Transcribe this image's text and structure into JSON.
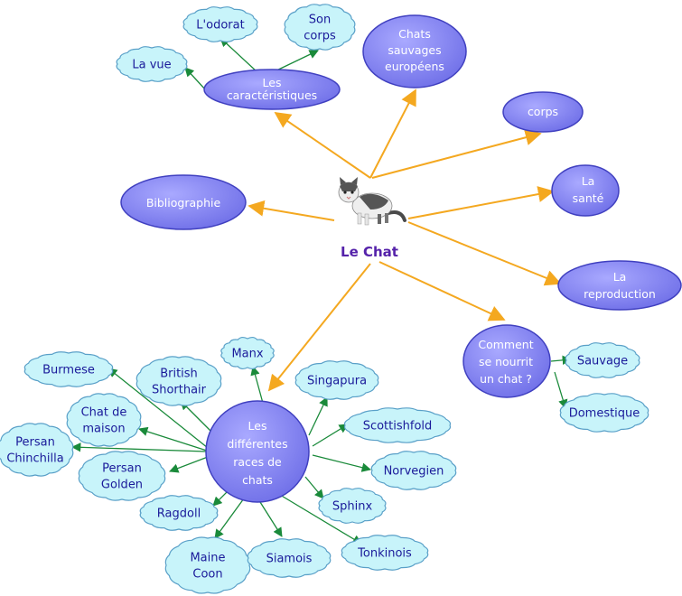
{
  "center": {
    "label": "Le Chat"
  },
  "nodes": {
    "caracteristiques": [
      "Les",
      "caractéristiques"
    ],
    "chats_sauvages": [
      "Chats",
      "sauvages",
      "européens"
    ],
    "corps": [
      "corps"
    ],
    "sante": [
      "La",
      "santé"
    ],
    "reproduction": [
      "La",
      "reproduction"
    ],
    "bibliographie": [
      "Bibliographie"
    ],
    "nourrit": [
      "Comment",
      "se nourrit",
      "un chat ?"
    ],
    "races": [
      "Les",
      "différentes",
      "races de",
      "chats"
    ]
  },
  "clouds": {
    "odorat": [
      "L'odorat"
    ],
    "son_corps": [
      "Son",
      "corps"
    ],
    "la_vue": [
      "La vue"
    ],
    "sauvage": [
      "Sauvage"
    ],
    "domestique": [
      "Domestique"
    ],
    "burmese": [
      "Burmese"
    ],
    "british": [
      "British",
      "Shorthair"
    ],
    "manx": [
      "Manx"
    ],
    "singapura": [
      "Singapura"
    ],
    "chat_maison": [
      "Chat de",
      "maison"
    ],
    "scottishfold": [
      "Scottishfold"
    ],
    "persan_chin": [
      "Persan",
      "Chinchilla"
    ],
    "persan_golden": [
      "Persan",
      "Golden"
    ],
    "norvegien": [
      "Norvegien"
    ],
    "sphinx": [
      "Sphinx"
    ],
    "ragdoll": [
      "Ragdoll"
    ],
    "maine_coon": [
      "Maine",
      "Coon"
    ],
    "siamois": [
      "Siamois"
    ],
    "tonkinois": [
      "Tonkinois"
    ]
  },
  "colors": {
    "node_fill": "#8c8cf0",
    "node_stroke": "#4040c0",
    "cloud_fill": "#c8f4fa",
    "cloud_stroke": "#5aa0c8",
    "link_main": "#f4a820",
    "link_sub": "#1a8a3a"
  }
}
